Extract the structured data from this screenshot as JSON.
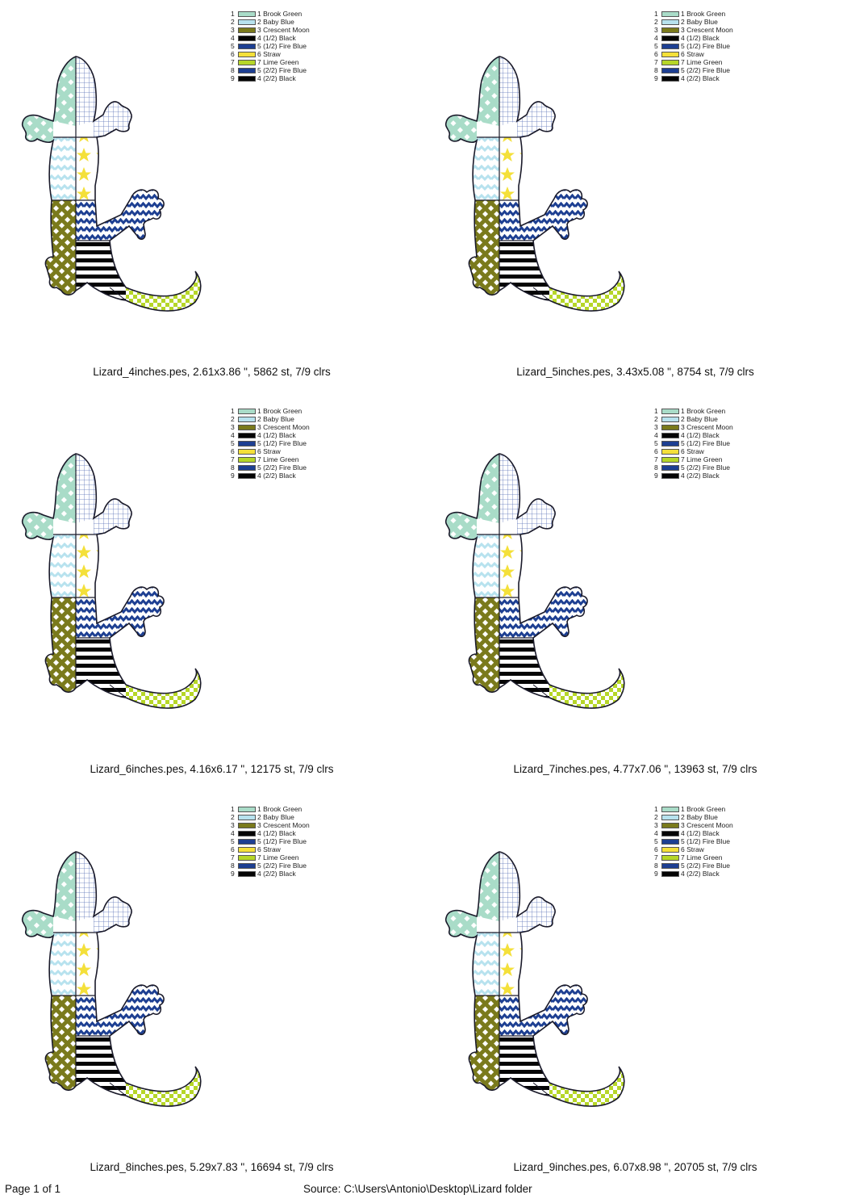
{
  "legend": {
    "colors": [
      {
        "index": "1",
        "name": "1 Brook Green",
        "color": "#a9dcc8"
      },
      {
        "index": "2",
        "name": "2 Baby Blue",
        "color": "#b7e2ee"
      },
      {
        "index": "3",
        "name": "3 Crescent Moon",
        "color": "#7a7a1c"
      },
      {
        "index": "4",
        "name": "4 (1/2) Black",
        "color": "#050505"
      },
      {
        "index": "5",
        "name": "5 (1/2) Fire Blue",
        "color": "#1d3f92"
      },
      {
        "index": "6",
        "name": "6 Straw",
        "color": "#f4e03a"
      },
      {
        "index": "7",
        "name": "7 Lime Green",
        "color": "#b6d628"
      },
      {
        "index": "8",
        "name": "5 (2/2) Fire Blue",
        "color": "#1d3f92"
      },
      {
        "index": "9",
        "name": "4 (2/2) Black",
        "color": "#050505"
      }
    ]
  },
  "designs": [
    {
      "caption": "Lizard_4inches.pes, 2.61x3.86 \", 5862 st, 7/9 clrs"
    },
    {
      "caption": "Lizard_5inches.pes, 3.43x5.08 \", 8754 st, 7/9 clrs"
    },
    {
      "caption": "Lizard_6inches.pes, 4.16x6.17 \", 12175 st, 7/9 clrs"
    },
    {
      "caption": "Lizard_7inches.pes, 4.77x7.06 \", 13963 st, 7/9 clrs"
    },
    {
      "caption": "Lizard_8inches.pes, 5.29x7.83 \", 16694 st, 7/9 clrs"
    },
    {
      "caption": "Lizard_9inches.pes, 6.07x8.98 \", 20705 st, 7/9 clrs"
    }
  ],
  "footer": {
    "page": "Page 1 of 1",
    "source": "Source: C:\\Users\\Antonio\\Desktop\\Lizard folder"
  }
}
